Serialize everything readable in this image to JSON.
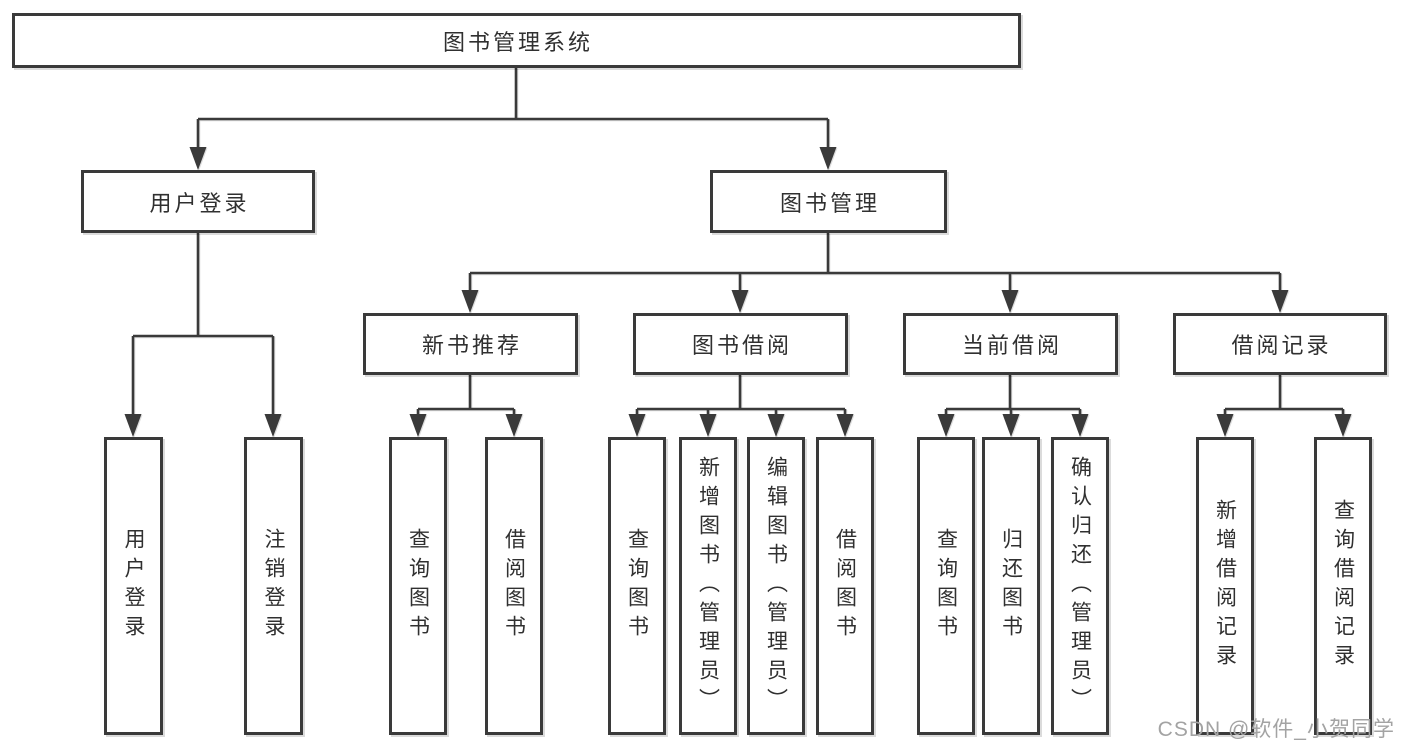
{
  "diagram": {
    "root": {
      "label": "图书管理系统"
    },
    "level1": [
      {
        "label": "用户登录"
      },
      {
        "label": "图书管理"
      }
    ],
    "level2": [
      {
        "label": "新书推荐"
      },
      {
        "label": "图书借阅"
      },
      {
        "label": "当前借阅"
      },
      {
        "label": "借阅记录"
      }
    ],
    "leaves": {
      "user_login": [
        {
          "label": "用户登录"
        },
        {
          "label": "注销登录"
        }
      ],
      "new_books": [
        {
          "label": "查询图书"
        },
        {
          "label": "借阅图书"
        }
      ],
      "book_borrowing": [
        {
          "label": "查询图书"
        },
        {
          "label": "新增图书（管理员）"
        },
        {
          "label": "编辑图书（管理员）"
        },
        {
          "label": "借阅图书"
        }
      ],
      "current_borrowing": [
        {
          "label": "查询图书"
        },
        {
          "label": "归还图书"
        },
        {
          "label": "确认归还（管理员）"
        }
      ],
      "borrowing_records": [
        {
          "label": "新增借阅记录"
        },
        {
          "label": "查询借阅记录"
        }
      ]
    }
  },
  "watermark": {
    "text": "CSDN @软件_小贺同学"
  },
  "colors": {
    "line": "#3a3a3a",
    "text": "#303030",
    "watermark": "#a3a3a3",
    "background": "#ffffff"
  }
}
